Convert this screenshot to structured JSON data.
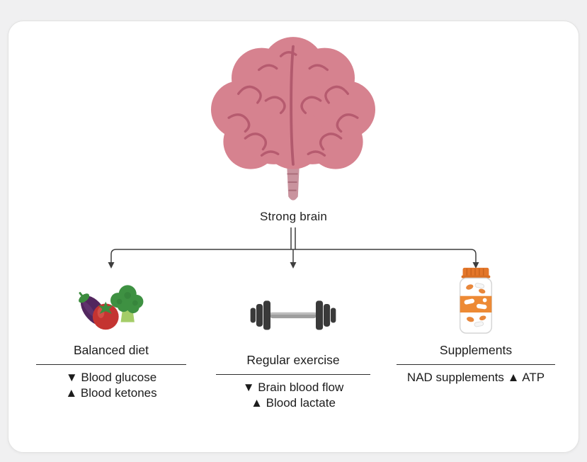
{
  "diagram": {
    "root_label": "Strong brain",
    "root_icon": "brain-icon",
    "columns": [
      {
        "icon": "vegetables-icon",
        "title": "Balanced diet",
        "bullets": [
          "▼ Blood glucose",
          "▲ Blood ketones"
        ]
      },
      {
        "icon": "dumbbell-icon",
        "title": "Regular exercise",
        "bullets": [
          "▼ Brain blood flow",
          "▲ Blood lactate"
        ]
      },
      {
        "icon": "supplement-bottle-icon",
        "title": "Supplements",
        "bullets": [
          "NAD supplements ▲ ATP"
        ]
      }
    ]
  },
  "colors": {
    "page_background": "#f0f0f1",
    "card_background": "#ffffff",
    "text": "#1c1c1c",
    "connector_line": "#3e3e3e",
    "brain_pink": "#d6828f",
    "brain_fold": "#b5596e",
    "eggplant_purple": "#52265e",
    "tomato_red": "#c43431",
    "broccoli_green": "#3e9142",
    "dumbbell_dark": "#3a3a3a",
    "bottle_orange": "#e8873b"
  }
}
